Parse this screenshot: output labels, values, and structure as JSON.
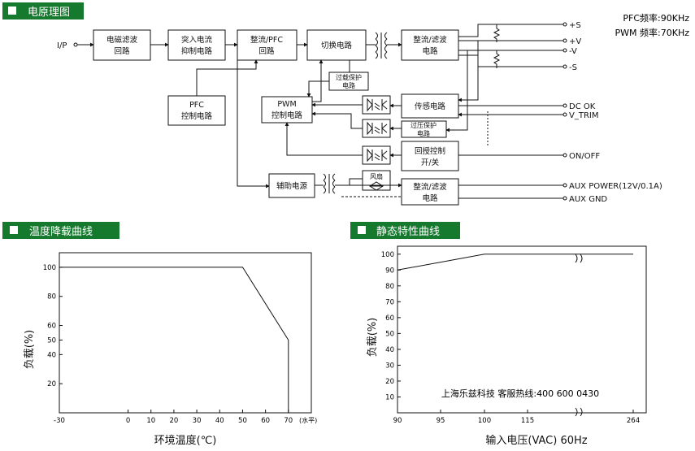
{
  "headers": {
    "block_diagram": "电原理图",
    "derating": "温度降载曲线",
    "static": "静态特性曲线"
  },
  "freq": {
    "pfc": "PFC频率:90KHz",
    "pwm": "PWM 频率:70KHz"
  },
  "blocks": {
    "emi": [
      "电磁滤波",
      "回路"
    ],
    "inrush": [
      "突入电流",
      "抑制电路"
    ],
    "rect_pfc": [
      "整流/PFC",
      "回路"
    ],
    "switch": [
      "切换电路"
    ],
    "out_filter": [
      "整流/滤波",
      "电路"
    ],
    "pfc_ctrl": [
      "PFC",
      "控制电路"
    ],
    "olp": [
      "过载保护",
      "电路"
    ],
    "pwm": [
      "PWM",
      "控制电路"
    ],
    "sense": [
      "传感电路"
    ],
    "ovp": [
      "过压保护",
      "电路"
    ],
    "remote": [
      "回授控制",
      "开/关"
    ],
    "aux_power": [
      "辅助电源"
    ],
    "fan": [
      "风扇"
    ],
    "aux_filter": [
      "整流/滤波",
      "电路"
    ]
  },
  "io": {
    "input": "I/P",
    "plus_s": "+S",
    "plus_v": "+V",
    "minus_v": "-V",
    "minus_s": "-S",
    "dc_ok": "DC OK",
    "v_trim": "V_TRIM",
    "on_off": "ON/OFF",
    "aux_power": "AUX POWER(12V/0.1A)",
    "aux_gnd": "AUX GND"
  },
  "chart_data": [
    {
      "type": "line",
      "x": [
        -30,
        50,
        70,
        70
      ],
      "y": [
        100,
        100,
        50,
        0
      ],
      "xticks": [
        "-30",
        "0",
        "10",
        "20",
        "30",
        "40",
        "50",
        "60",
        "70"
      ],
      "xtick_values": [
        -30,
        0,
        10,
        20,
        30,
        40,
        50,
        60,
        70
      ],
      "yticks": [
        "100",
        "80",
        "60",
        "50",
        "40",
        "20"
      ],
      "ytick_values": [
        100,
        80,
        60,
        50,
        40,
        20
      ],
      "xlim": [
        -30,
        80
      ],
      "ylim": [
        0,
        110
      ],
      "xlabel": "环境温度(℃)",
      "x_unit": "(水平)",
      "ylabel": "负载(%)",
      "grid": false
    },
    {
      "type": "line",
      "x": [
        90,
        100,
        264
      ],
      "y": [
        90,
        100,
        100
      ],
      "xticks": [
        "90",
        "95",
        "100",
        "115",
        "264"
      ],
      "yticks": [
        "100",
        "90",
        "80",
        "70",
        "60",
        "50",
        "40",
        "30",
        "20",
        "10"
      ],
      "ytick_values": [
        100,
        90,
        80,
        70,
        60,
        50,
        40,
        30,
        20,
        10
      ],
      "ylim": [
        0,
        105
      ],
      "xlabel": "输入电压(VAC) 60Hz",
      "ylabel": "负载(%)",
      "grid": false,
      "axis_break": true
    }
  ],
  "watermark": "上海乐兹科技 客服热线:400 600 0430"
}
